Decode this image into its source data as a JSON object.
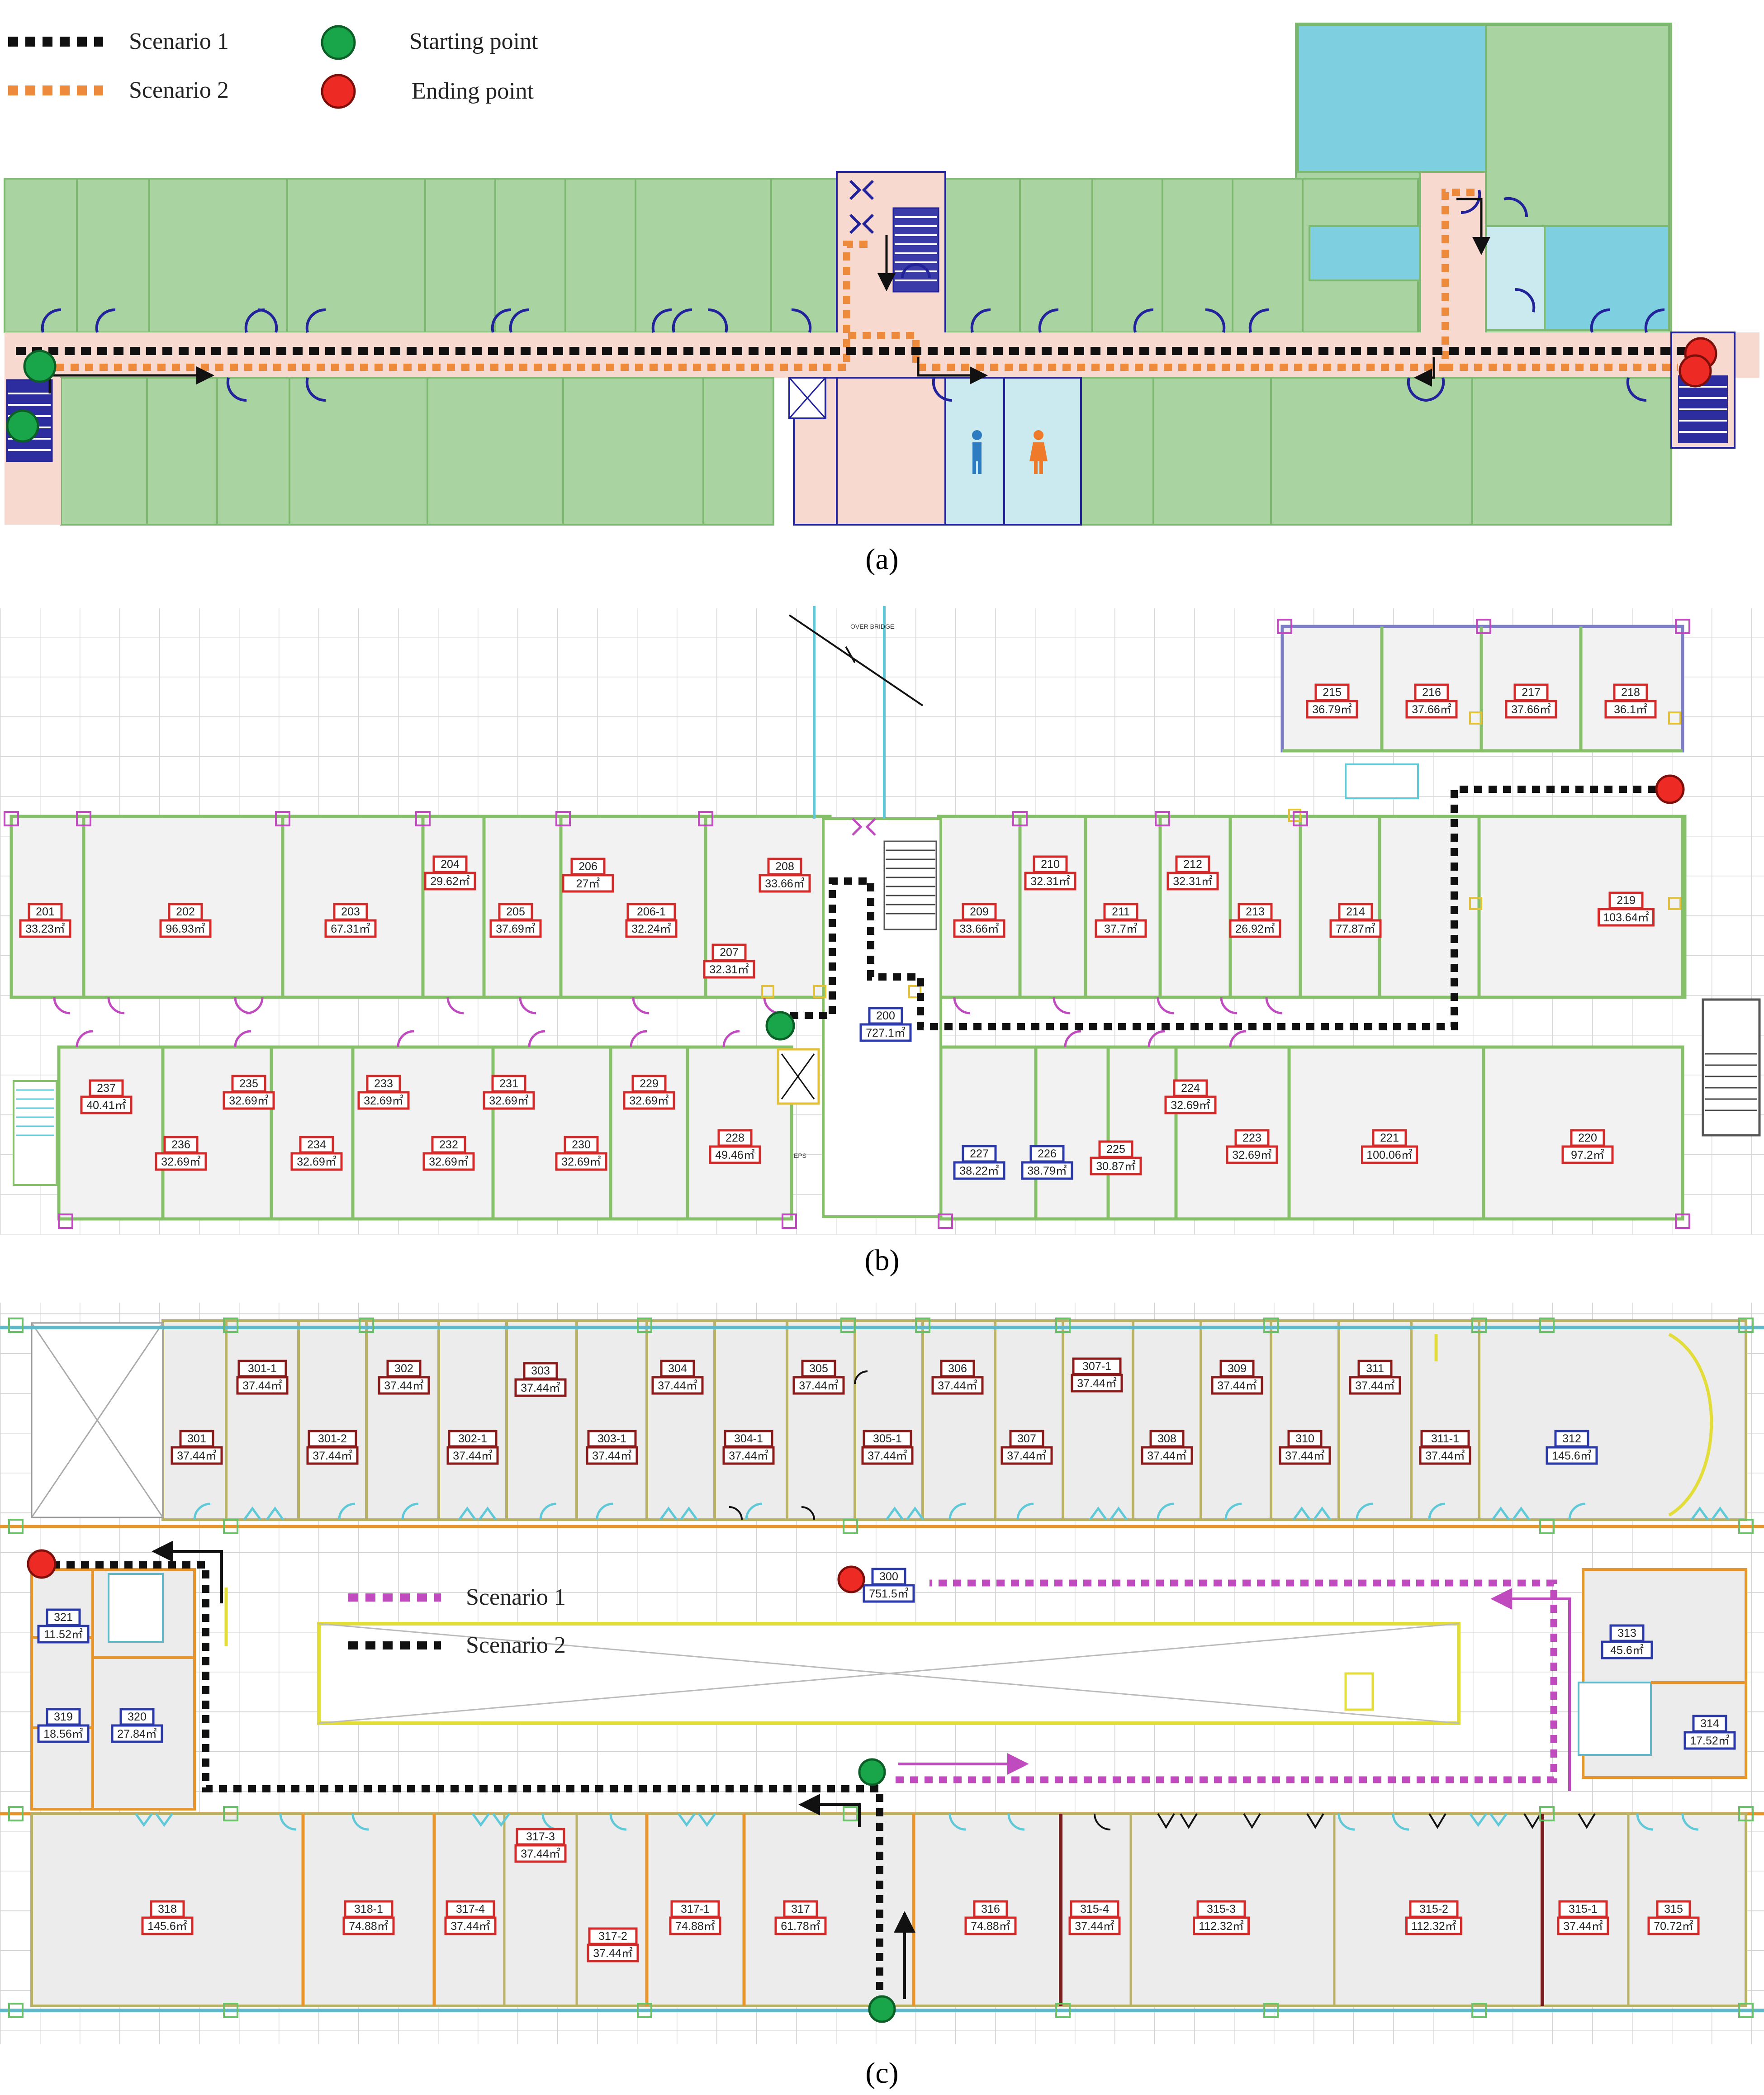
{
  "panel_a": {
    "caption": "(a)",
    "legend": {
      "scenario1": "Scenario 1",
      "scenario2": "Scenario 2",
      "start": "Starting point",
      "end": "Ending point"
    }
  },
  "panel_b": {
    "caption": "(b)",
    "over_bridge": "OVER BRIDGE",
    "eps": "EPS",
    "rooms": [
      {
        "id": "201",
        "area": "33.23㎡"
      },
      {
        "id": "202",
        "area": "96.93㎡"
      },
      {
        "id": "203",
        "area": "67.31㎡"
      },
      {
        "id": "204",
        "area": "29.62㎡"
      },
      {
        "id": "205",
        "area": "37.69㎡"
      },
      {
        "id": "206",
        "area": "27㎡"
      },
      {
        "id": "206-1",
        "area": "32.24㎡"
      },
      {
        "id": "207",
        "area": "32.31㎡"
      },
      {
        "id": "208",
        "area": "33.66㎡"
      },
      {
        "id": "209",
        "area": "33.66㎡"
      },
      {
        "id": "210",
        "area": "32.31㎡"
      },
      {
        "id": "211",
        "area": "37.7㎡"
      },
      {
        "id": "212",
        "area": "32.31㎡"
      },
      {
        "id": "213",
        "area": "26.92㎡"
      },
      {
        "id": "214",
        "area": "77.87㎡"
      },
      {
        "id": "215",
        "area": "36.79㎡"
      },
      {
        "id": "216",
        "area": "37.66㎡"
      },
      {
        "id": "217",
        "area": "37.66㎡"
      },
      {
        "id": "218",
        "area": "36.1㎡"
      },
      {
        "id": "219",
        "area": "103.64㎡"
      },
      {
        "id": "200",
        "area": "727.1㎡"
      },
      {
        "id": "237",
        "area": "40.41㎡"
      },
      {
        "id": "236",
        "area": "32.69㎡"
      },
      {
        "id": "235",
        "area": "32.69㎡"
      },
      {
        "id": "234",
        "area": "32.69㎡"
      },
      {
        "id": "233",
        "area": "32.69㎡"
      },
      {
        "id": "232",
        "area": "32.69㎡"
      },
      {
        "id": "231",
        "area": "32.69㎡"
      },
      {
        "id": "230",
        "area": "32.69㎡"
      },
      {
        "id": "229",
        "area": "32.69㎡"
      },
      {
        "id": "228",
        "area": "49.46㎡"
      },
      {
        "id": "227",
        "area": "38.22㎡"
      },
      {
        "id": "226",
        "area": "38.79㎡"
      },
      {
        "id": "225",
        "area": "30.87㎡"
      },
      {
        "id": "224",
        "area": "32.69㎡"
      },
      {
        "id": "223",
        "area": "32.69㎡"
      },
      {
        "id": "221",
        "area": "100.06㎡"
      },
      {
        "id": "220",
        "area": "97.2㎡"
      }
    ]
  },
  "panel_c": {
    "caption": "(c)",
    "legend": {
      "scenario1": "Scenario 1",
      "scenario2": "Scenario 2"
    },
    "rooms": [
      {
        "id": "301-1",
        "area": "37.44㎡"
      },
      {
        "id": "301",
        "area": "37.44㎡"
      },
      {
        "id": "301-2",
        "area": "37.44㎡"
      },
      {
        "id": "302",
        "area": "37.44㎡"
      },
      {
        "id": "302-1",
        "area": "37.44㎡"
      },
      {
        "id": "303",
        "area": "37.44㎡"
      },
      {
        "id": "303-1",
        "area": "37.44㎡"
      },
      {
        "id": "304",
        "area": "37.44㎡"
      },
      {
        "id": "304-1",
        "area": "37.44㎡"
      },
      {
        "id": "305",
        "area": "37.44㎡"
      },
      {
        "id": "305-1",
        "area": "37.44㎡"
      },
      {
        "id": "306",
        "area": "37.44㎡"
      },
      {
        "id": "307",
        "area": "37.44㎡"
      },
      {
        "id": "307-1",
        "area": "37.44㎡"
      },
      {
        "id": "308",
        "area": "37.44㎡"
      },
      {
        "id": "309",
        "area": "37.44㎡"
      },
      {
        "id": "310",
        "area": "37.44㎡"
      },
      {
        "id": "311",
        "area": "37.44㎡"
      },
      {
        "id": "311-1",
        "area": "37.44㎡"
      },
      {
        "id": "312",
        "area": "145.6㎡"
      },
      {
        "id": "300",
        "area": "751.5㎡"
      },
      {
        "id": "313",
        "area": "45.6㎡"
      },
      {
        "id": "314",
        "area": "17.52㎡"
      },
      {
        "id": "321",
        "area": "11.52㎡"
      },
      {
        "id": "319",
        "area": "18.56㎡"
      },
      {
        "id": "320",
        "area": "27.84㎡"
      },
      {
        "id": "318",
        "area": "145.6㎡"
      },
      {
        "id": "318-1",
        "area": "74.88㎡"
      },
      {
        "id": "317-4",
        "area": "37.44㎡"
      },
      {
        "id": "317-3",
        "area": "37.44㎡"
      },
      {
        "id": "317-2",
        "area": "37.44㎡"
      },
      {
        "id": "317-1",
        "area": "74.88㎡"
      },
      {
        "id": "317",
        "area": "61.78㎡"
      },
      {
        "id": "316",
        "area": "74.88㎡"
      },
      {
        "id": "315-4",
        "area": "37.44㎡"
      },
      {
        "id": "315-3",
        "area": "112.32㎡"
      },
      {
        "id": "315-2",
        "area": "112.32㎡"
      },
      {
        "id": "315-1",
        "area": "37.44㎡"
      },
      {
        "id": "315",
        "area": "70.72㎡"
      }
    ]
  }
}
